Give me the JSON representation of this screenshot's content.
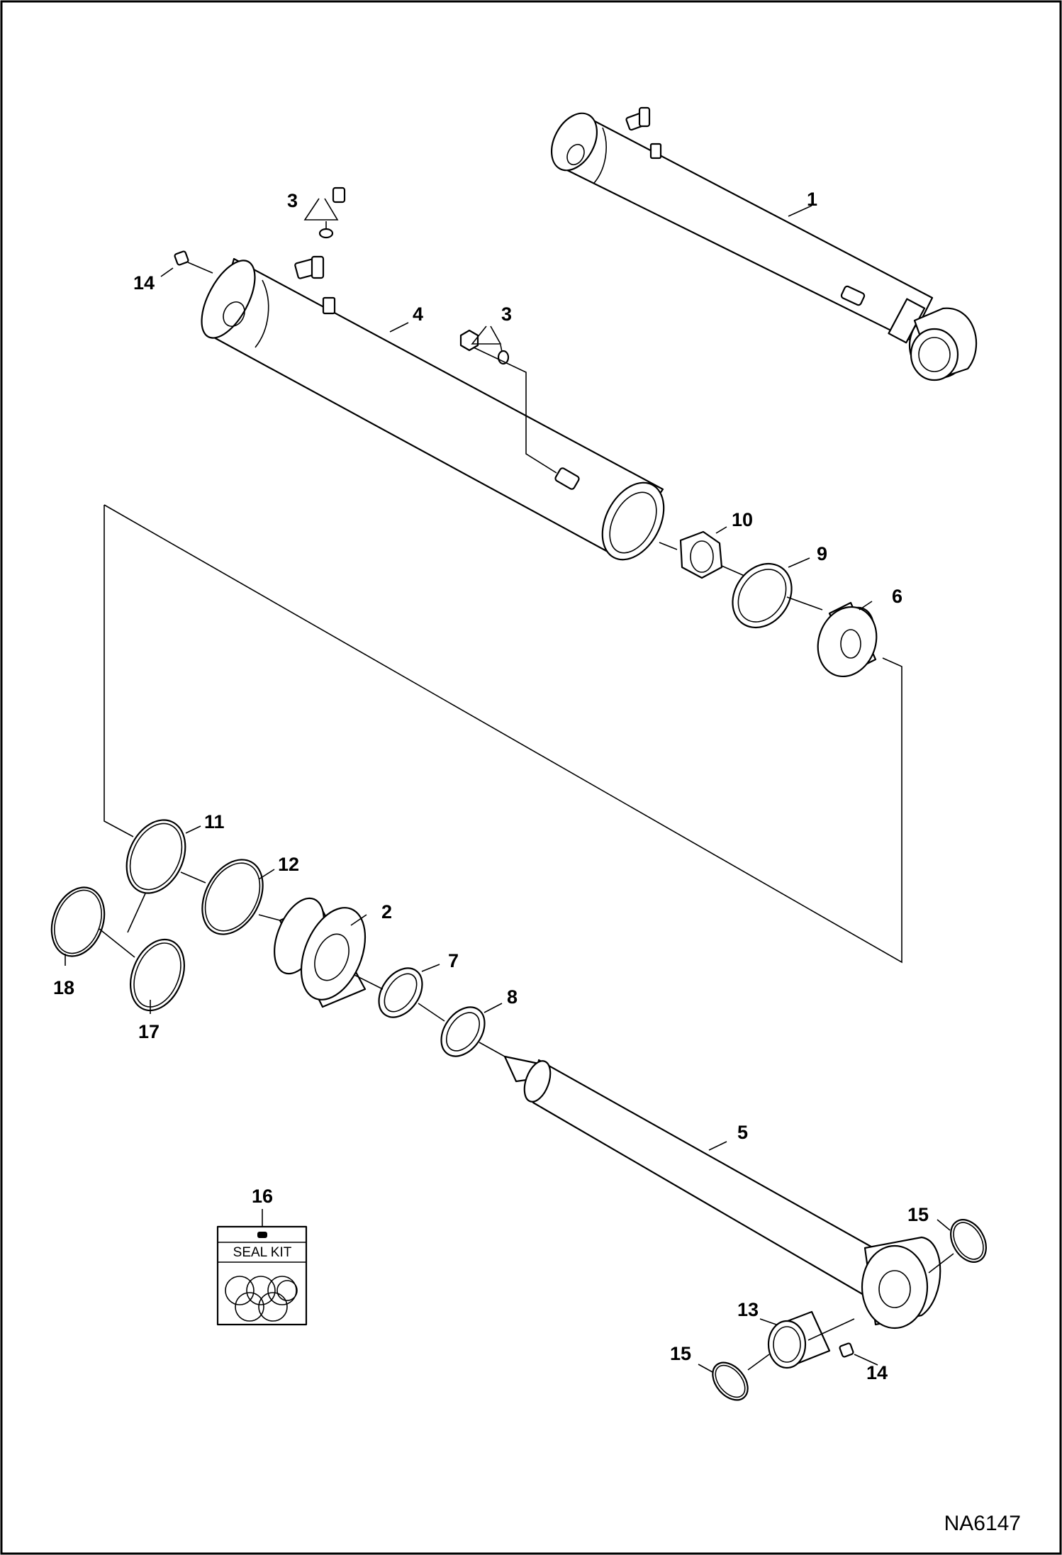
{
  "callouts": {
    "c1": "1",
    "c2": "2",
    "c3a": "3",
    "c3b": "3",
    "c4": "4",
    "c5": "5",
    "c6": "6",
    "c7": "7",
    "c8": "8",
    "c9": "9",
    "c10": "10",
    "c11": "11",
    "c12": "12",
    "c13": "13",
    "c14a": "14",
    "c14b": "14",
    "c15a": "15",
    "c15b": "15",
    "c16": "16",
    "c17": "17",
    "c18": "18"
  },
  "seal_kit": {
    "label": "SEAL KIT"
  },
  "drawing_number": "NA6147"
}
